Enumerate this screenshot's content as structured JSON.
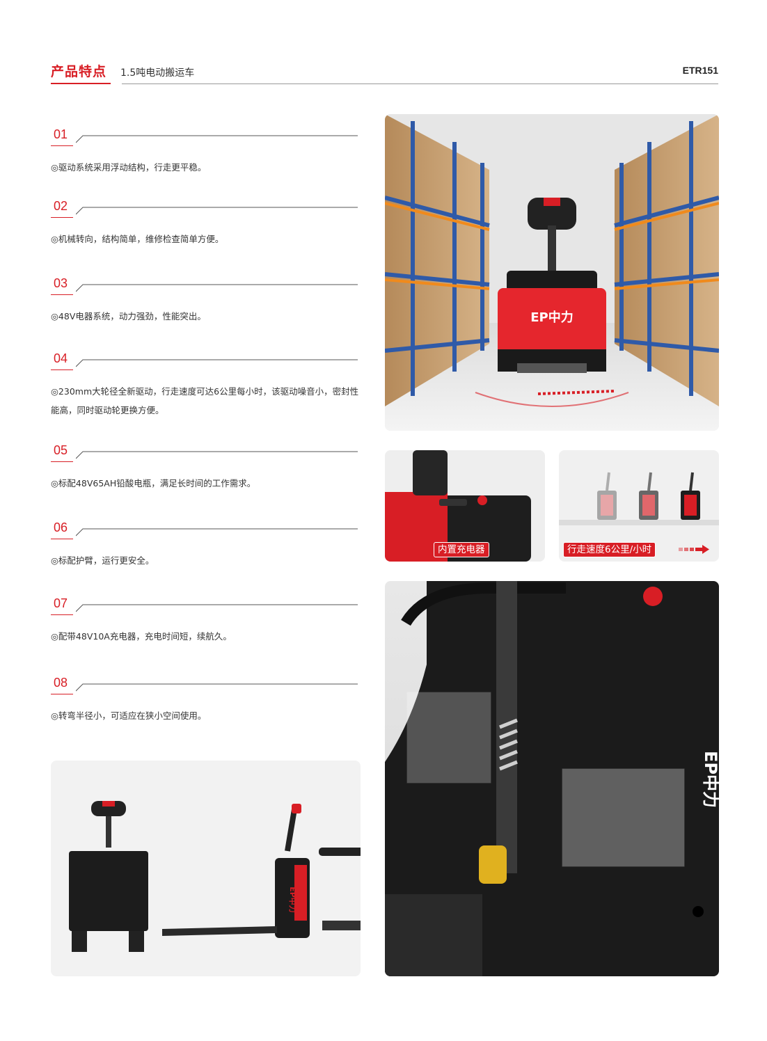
{
  "header": {
    "section_title": "产品特点",
    "subtitle": "1.5吨电动搬运车",
    "model": "ETR151"
  },
  "features": [
    {
      "num": "01",
      "text": "◎驱动系统采用浮动结构，行走更平稳。"
    },
    {
      "num": "02",
      "text": "◎机械转向，结构简单，维修检查简单方便。"
    },
    {
      "num": "03",
      "text": "◎48V电器系统，动力强劲，性能突出。"
    },
    {
      "num": "04",
      "text": "◎230mm大轮径全新驱动，行走速度可达6公里每小时，该驱动噪音小，密封性能高，同时驱动轮更换方便。"
    },
    {
      "num": "05",
      "text": "◎标配48V65AH铅酸电瓶，满足长时间的工作需求。"
    },
    {
      "num": "06",
      "text": "◎标配护臂，运行更安全。"
    },
    {
      "num": "07",
      "text": "◎配带48V10A充电器，充电时间短，续航久。"
    },
    {
      "num": "08",
      "text": "◎转弯半径小，可适应在狭小空间使用。"
    }
  ],
  "images": {
    "hero_logo": "EP中力",
    "side_logo": "EP中力",
    "charger_tag": "内置充电器",
    "speed_tag": "行走速度6公里/小时",
    "cutaway_logo": "EP中力"
  },
  "colors": {
    "brand_red": "#d81e25",
    "rack_blue": "#2f5aa8",
    "body_black": "#1c1c1c"
  }
}
